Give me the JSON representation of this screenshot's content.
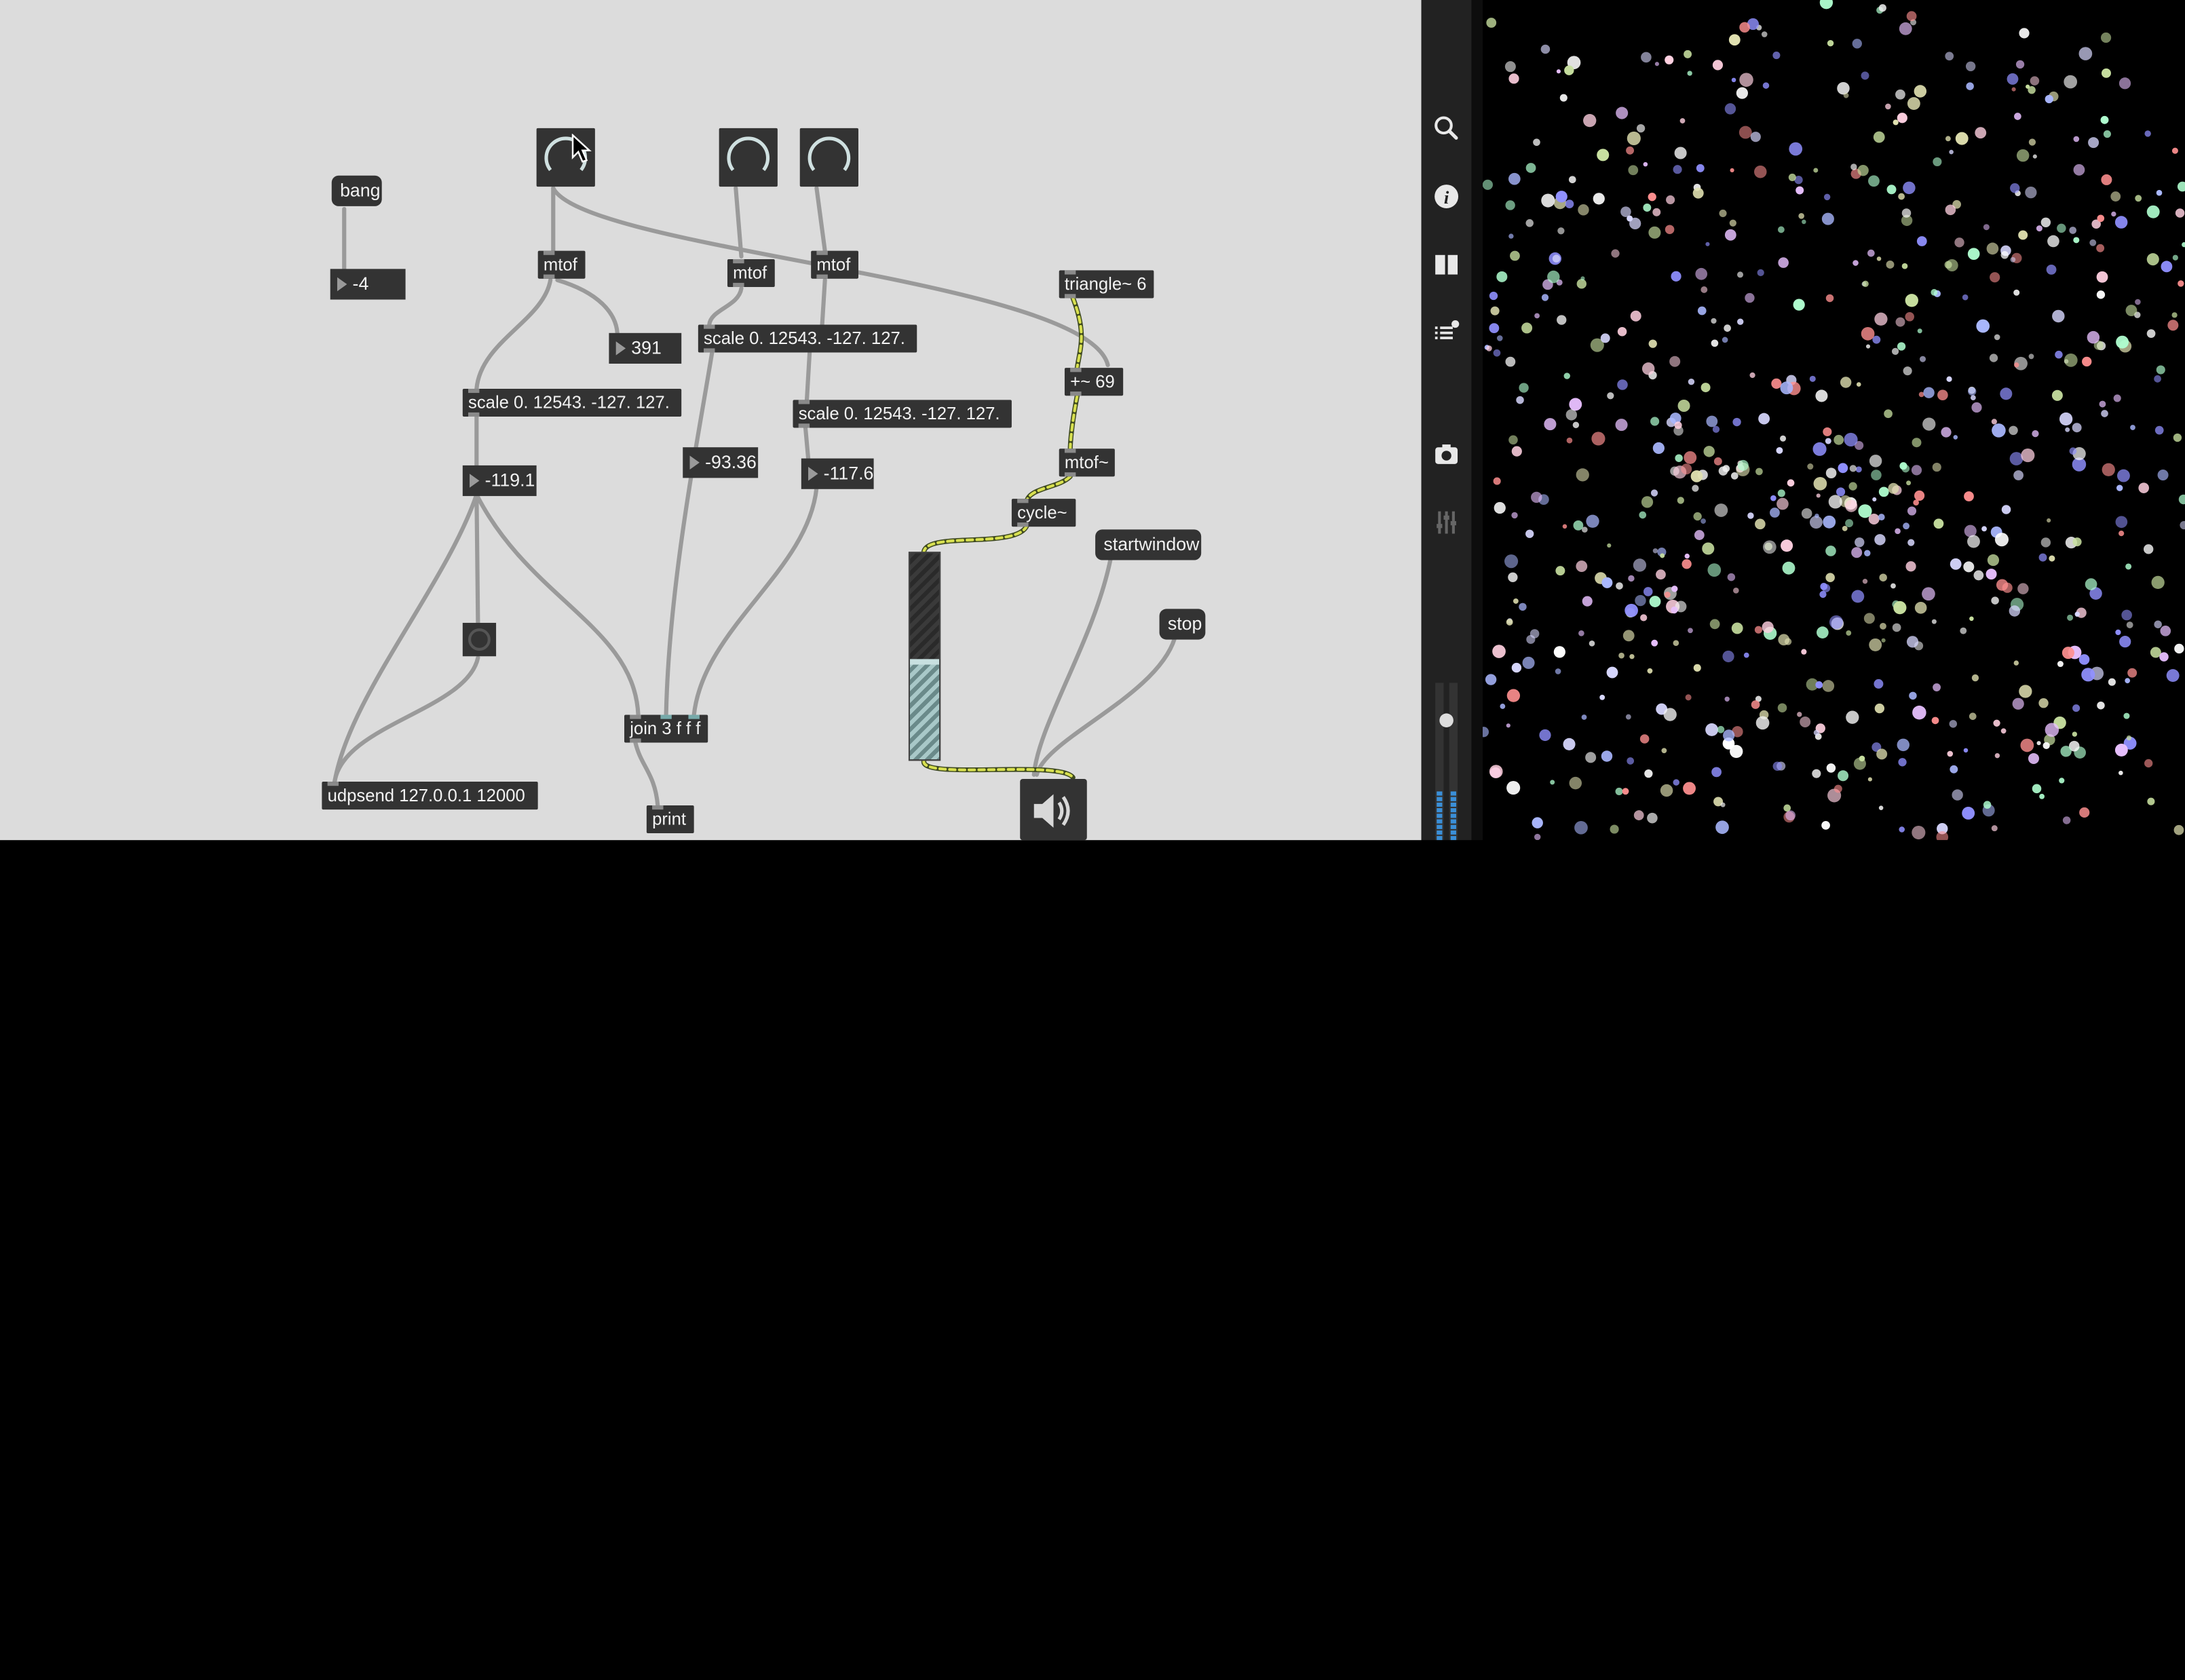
{
  "window": {
    "patcher_bg": "#dcdcdc",
    "object_bg": "#333333",
    "viewer_bg": "#000000"
  },
  "objects": {
    "bang_msg": "bang",
    "mtof_1": "mtof",
    "mtof_2": "mtof",
    "mtof_3": "mtof",
    "scale_1": "scale 0. 12543. -127. 127.",
    "scale_2": "scale 0. 12543. -127. 127.",
    "scale_3": "scale 0. 12543. -127. 127.",
    "triangle": "triangle~ 6",
    "plus_sig": "+~ 69",
    "mtof_sig": "mtof~",
    "cycle": "cycle~",
    "startwindow": "startwindow",
    "stop": "stop",
    "join": "join 3 f f f",
    "print": "print",
    "udpsend": "udpsend 127.0.0.1 12000"
  },
  "numbers": {
    "n_bang": "-4",
    "n_391": "391",
    "n_119": "-119.1",
    "n_93": "-93.36",
    "n_117": "-117.6"
  },
  "dials": {
    "dial_1": 0.68,
    "dial_2": 0.68,
    "dial_3": 0.68
  },
  "slider": {
    "value": 0.47
  },
  "sidebar": {
    "icons": [
      "search-icon",
      "info-icon",
      "reference-icon",
      "console-icon",
      "snapshot-icon",
      "mixer-icon"
    ],
    "accent": "#3a8fd8"
  }
}
